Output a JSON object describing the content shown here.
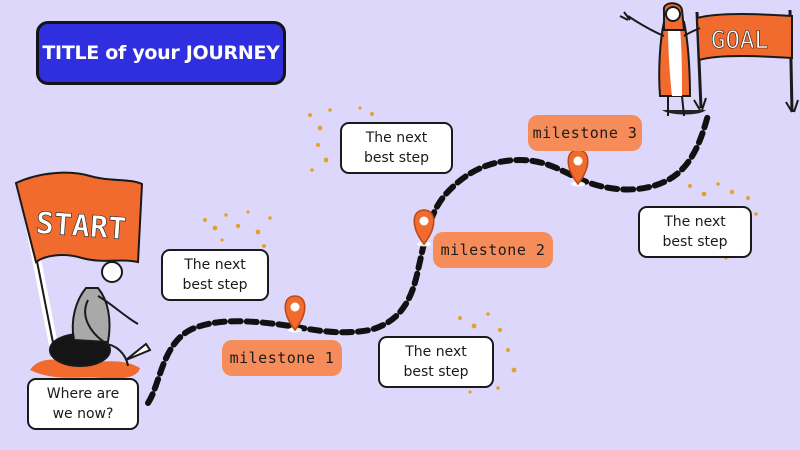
{
  "title": "TITLE of your JOURNEY",
  "start_flag": "START",
  "goal_flag": "GOAL",
  "milestones": [
    "milestone 1",
    "milestone 2",
    "milestone 3"
  ],
  "notes": {
    "step_top": [
      "The next",
      "best step"
    ],
    "step_left": [
      "The next",
      "best step"
    ],
    "step_bottom": [
      "The next",
      "best step"
    ],
    "step_right": [
      "The next",
      "best step"
    ],
    "current": [
      "Where are",
      "we now?"
    ]
  },
  "colors": {
    "background": "#dcd7fb",
    "title_bg": "#2f2fe0",
    "accent_orange": "#f26b2e",
    "milestone_bg": "#f58c5a",
    "sparkle": "#e3a32a"
  }
}
